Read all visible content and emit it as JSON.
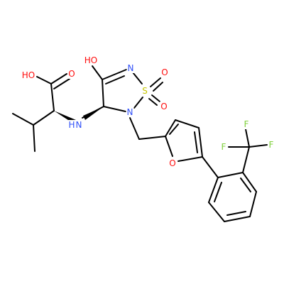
{
  "colors": {
    "bond": "#000000",
    "background": "#ffffff",
    "O": "#ff0d0d",
    "N": "#3050f8",
    "S": "#c6c600",
    "F": "#7fd03b"
  },
  "labels": {
    "oh_acid": "HO",
    "o_acid": "O",
    "nh": "N",
    "nh_h": "H",
    "oh_ring": "HO",
    "n_ring": "N",
    "s": "S",
    "so_1": "O",
    "so_2": "O",
    "n_ring2": "N",
    "o_furan": "O",
    "f_1": "F",
    "f_2": "F",
    "f_3": "F"
  }
}
